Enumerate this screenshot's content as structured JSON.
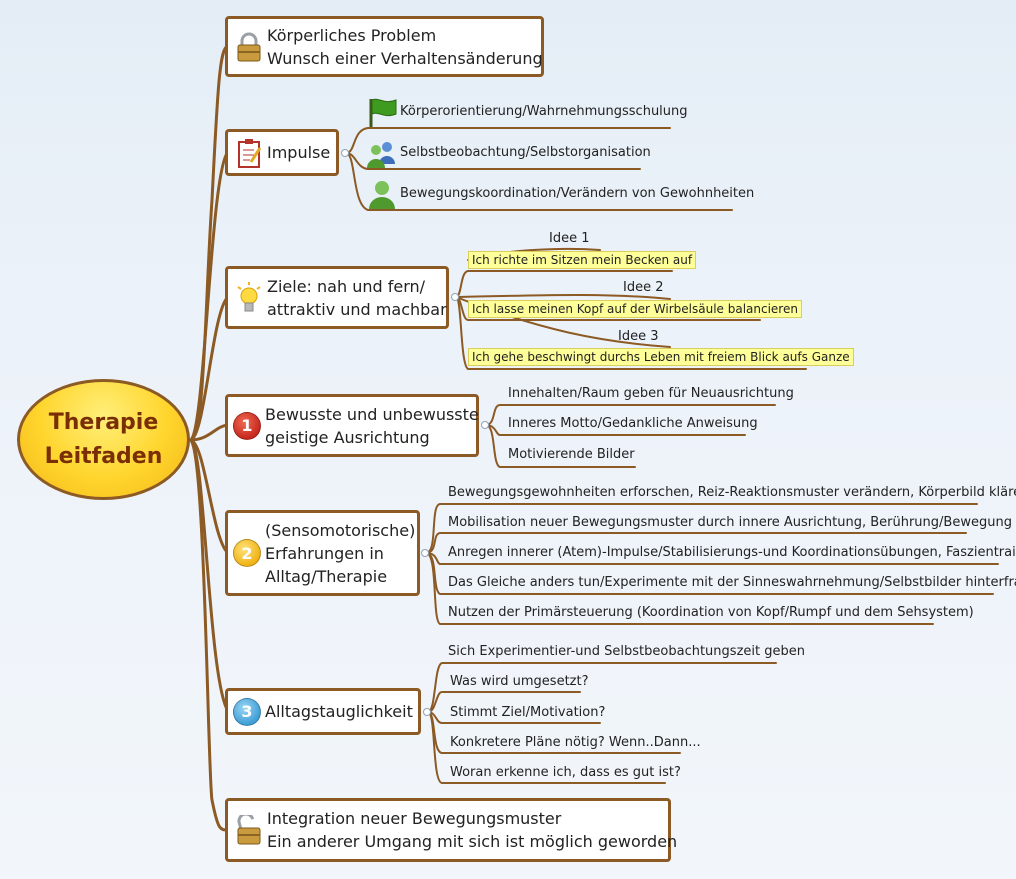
{
  "central": {
    "line1": "Therapie",
    "line2": "Leitfaden"
  },
  "topics": [
    {
      "line1": "Körperliches Problem",
      "line2": "Wunsch einer Verhaltensänderung",
      "icon": "padlock-closed-icon"
    },
    {
      "line1": "Impulse",
      "icon": "clipboard-icon",
      "children": [
        {
          "label": "Körperorientierung/Wahrnehmungsschulung",
          "icon": "green-flag-icon"
        },
        {
          "label": "Selbstbeobachtung/Selbstorganisation",
          "icon": "user-group-icon"
        },
        {
          "label": "Bewegungskoordination/Verändern von Gewohnheiten",
          "icon": "user-icon"
        }
      ]
    },
    {
      "line1": "Ziele: nah und fern/",
      "line2": "attraktiv und machbar",
      "icon": "lightbulb-icon",
      "children": [
        {
          "label": "Idee 1",
          "note": "Ich richte im Sitzen mein Becken auf"
        },
        {
          "label": "Idee 2",
          "note": "Ich lasse meinen Kopf auf der Wirbelsäule balancieren"
        },
        {
          "label": "Idee 3",
          "note": "Ich gehe beschwingt durchs Leben mit freiem Blick aufs Ganze"
        }
      ]
    },
    {
      "line1": "Bewusste und unbewusste",
      "line2": "geistige Ausrichtung",
      "icon": "priority-1-icon",
      "badge": "1",
      "children": [
        {
          "label": "Innehalten/Raum geben für Neuausrichtung"
        },
        {
          "label": "Inneres Motto/Gedankliche Anweisung"
        },
        {
          "label": "Motivierende Bilder"
        }
      ]
    },
    {
      "line1": "(Sensomotorische)",
      "line2": "Erfahrungen in",
      "line3": "Alltag/Therapie",
      "icon": "priority-2-icon",
      "badge": "2",
      "children": [
        {
          "label": "Bewegungsgewohnheiten erforschen, Reiz-Reaktionsmuster verändern, Körperbild klären"
        },
        {
          "label": "Mobilisation neuer Bewegungsmuster durch innere Ausrichtung, Berührung/Bewegung"
        },
        {
          "label": "Anregen innerer (Atem)-Impulse/Stabilisierungs-und Koordinationsübungen, Faszientraining"
        },
        {
          "label": "Das Gleiche anders tun/Experimente mit der Sinneswahrnehmung/Selbstbilder hinterfragen"
        },
        {
          "label": "Nutzen der Primärsteuerung (Koordination von Kopf/Rumpf und dem Sehsystem)"
        }
      ]
    },
    {
      "line1": "Alltagstauglichkeit",
      "icon": "priority-3-icon",
      "badge": "3",
      "children": [
        {
          "label": "Sich Experimentier-und Selbstbeobachtungszeit geben"
        },
        {
          "label": "Was wird umgesetzt?"
        },
        {
          "label": "Stimmt Ziel/Motivation?"
        },
        {
          "label": "Konkretere Pläne nötig? Wenn..Dann..."
        },
        {
          "label": "Woran erkenne ich, dass es gut ist?"
        }
      ]
    },
    {
      "line1": "Integration neuer Bewegungsmuster",
      "line2": "Ein anderer Umgang mit sich ist möglich geworden",
      "icon": "padlock-open-icon"
    }
  ],
  "colors": {
    "branch": "#8c5a24",
    "center_fill": "#ffd52c",
    "center_text": "#7a2e06",
    "note_fill": "#ffff99",
    "badge1": "#c8281e",
    "badge2": "#f0b316",
    "badge3": "#3f9fd6"
  }
}
